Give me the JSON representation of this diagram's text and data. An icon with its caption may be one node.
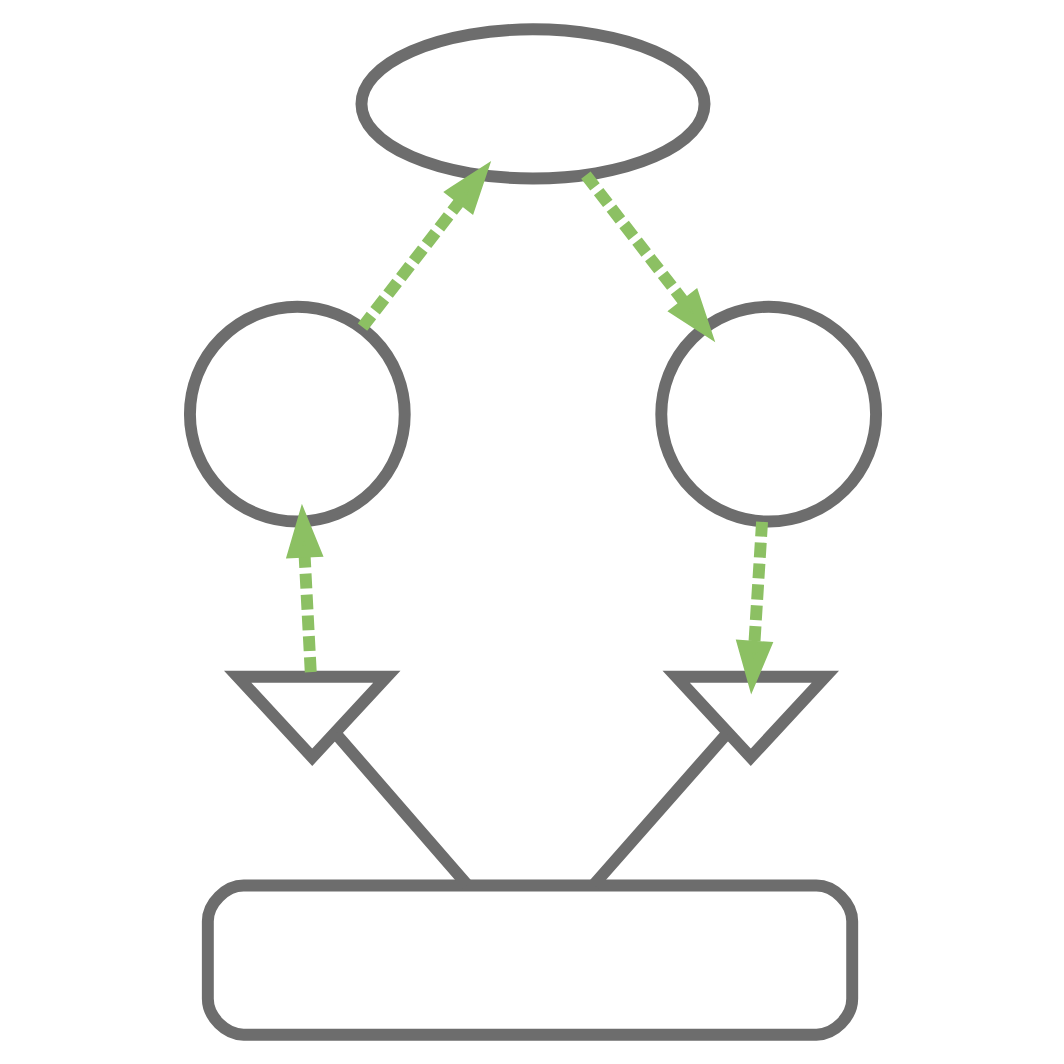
{
  "diagram": {
    "nodes": [
      {
        "text": [],
        "shape": "cloud"
      },
      {
        "text": [],
        "shape": "circle"
      },
      {
        "text": [],
        "shape": "circle"
      },
      {
        "text": [],
        "shape": "antenna"
      },
      {
        "text": [],
        "shape": "antenna"
      },
      {
        "text": [],
        "shape": "box"
      }
    ],
    "edges": [
      {
        "from": 3,
        "to": 1,
        "arrow": "to",
        "style": "dashed"
      },
      {
        "from": 1,
        "to": 0,
        "arrow": "to",
        "style": "dashed"
      },
      {
        "from": 0,
        "to": 2,
        "arrow": "to",
        "style": "dashed"
      },
      {
        "from": 2,
        "to": 4,
        "arrow": "to",
        "style": "dashed"
      },
      {
        "from": 3,
        "to": 5,
        "arrow": "none",
        "color": "#6d6d6d"
      },
      {
        "from": 4,
        "to": 5,
        "arrow": "none",
        "color": "#6d6d6d"
      }
    ]
  }
}
